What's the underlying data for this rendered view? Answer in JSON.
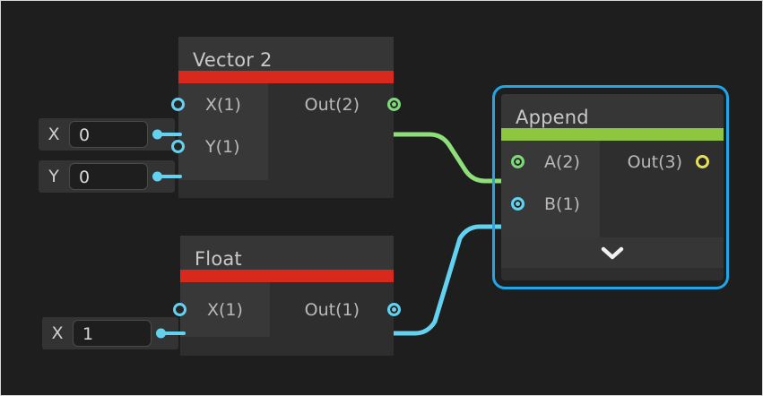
{
  "canvas": {
    "background": "#1e1e1e",
    "accent_selection": "#21a7e8"
  },
  "colors": {
    "accent_red": "#d9291c",
    "accent_green": "#8dc63f",
    "port_cyan": "#63d2f0",
    "port_green": "#7ed97b",
    "port_yellow": "#e6e057",
    "wire_green": "#8ede7a",
    "wire_cyan": "#63d2f0"
  },
  "nodes": [
    {
      "id": "vector2",
      "title": "Vector 2",
      "accent": "#d9291c",
      "selected": false,
      "inputs": [
        {
          "label": "X(1)",
          "state": "hollow-cyan"
        },
        {
          "label": "Y(1)",
          "state": "hollow-cyan"
        }
      ],
      "outputs": [
        {
          "label": "Out(2)",
          "state": "filled-green"
        }
      ]
    },
    {
      "id": "float",
      "title": "Float",
      "accent": "#d9291c",
      "selected": false,
      "inputs": [
        {
          "label": "X(1)",
          "state": "hollow-cyan"
        }
      ],
      "outputs": [
        {
          "label": "Out(1)",
          "state": "filled-cyan"
        }
      ]
    },
    {
      "id": "append",
      "title": "Append",
      "accent": "#8dc63f",
      "selected": true,
      "inputs": [
        {
          "label": "A(2)",
          "state": "filled-green"
        },
        {
          "label": "B(1)",
          "state": "filled-cyan"
        }
      ],
      "outputs": [
        {
          "label": "Out(3)",
          "state": "hollow-yellow"
        }
      ],
      "expander_icon": "chevron-down-icon"
    }
  ],
  "widgets": [
    {
      "id": "vector2-x",
      "label": "X",
      "value": "0"
    },
    {
      "id": "vector2-y",
      "label": "Y",
      "value": "0"
    },
    {
      "id": "float-x",
      "label": "X",
      "value": "1"
    }
  ],
  "connections": [
    {
      "id": "vector2-out-to-append-a",
      "from": "Out(2)",
      "to": "A(2)",
      "color": "#8ede7a"
    },
    {
      "id": "float-out-to-append-b",
      "from": "Out(1)",
      "to": "B(1)",
      "color": "#63d2f0"
    }
  ]
}
